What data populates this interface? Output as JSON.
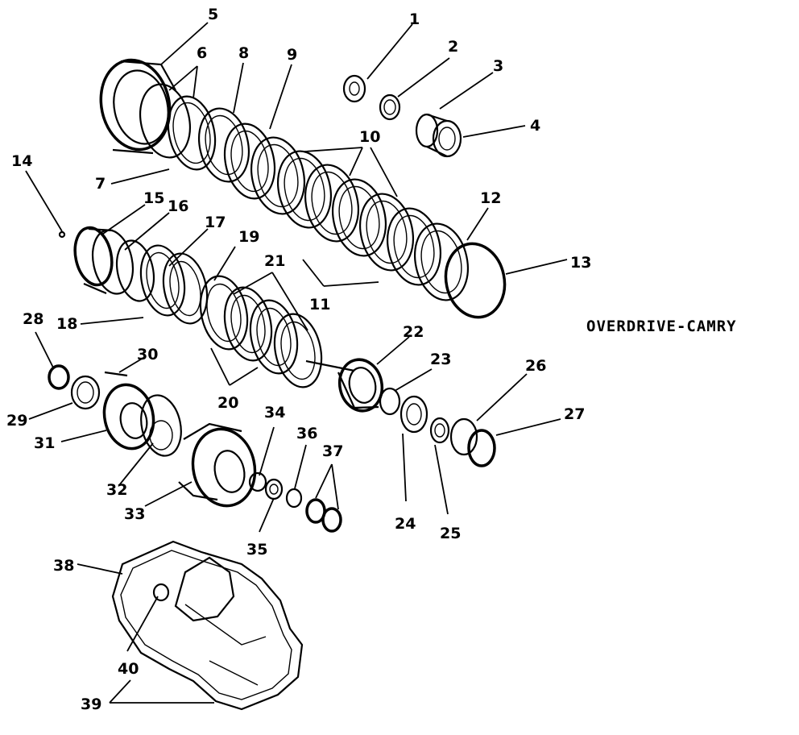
{
  "title": "OVERDRIVE-CAMRY",
  "labels": {
    "l1": "1",
    "l2": "2",
    "l3": "3",
    "l4": "4",
    "l5": "5",
    "l6": "6",
    "l7": "7",
    "l8": "8",
    "l9": "9",
    "l10": "10",
    "l11": "11",
    "l12": "12",
    "l13": "13",
    "l14": "14",
    "l15": "15",
    "l16": "16",
    "l17": "17",
    "l18": "18",
    "l19": "19",
    "l20": "20",
    "l21": "21",
    "l22": "22",
    "l23": "23",
    "l24": "24",
    "l25": "25",
    "l26": "26",
    "l27": "27",
    "l28": "28",
    "l29": "29",
    "l30": "30",
    "l31": "31",
    "l32": "32",
    "l33": "33",
    "l34": "34",
    "l35": "35",
    "l36": "36",
    "l37": "37",
    "l38": "38",
    "l39": "39",
    "l40": "40"
  }
}
